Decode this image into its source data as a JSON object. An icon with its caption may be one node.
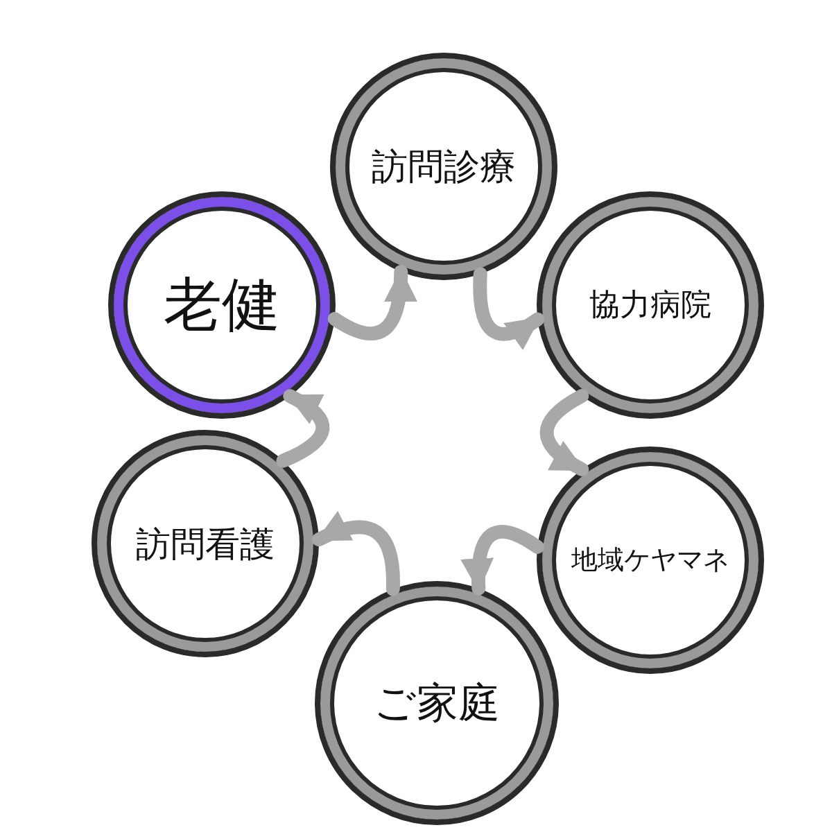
{
  "diagram": {
    "nodes": [
      {
        "text": [
          "訪問診療"
        ]
      },
      {
        "text": [
          "協力病院"
        ]
      },
      {
        "text": [
          "地域ケヤマネ"
        ]
      },
      {
        "text": [
          "ご家庭"
        ]
      },
      {
        "text": [
          "訪問看護"
        ]
      },
      {
        "text": [
          "老健"
        ]
      }
    ],
    "edges": [
      {
        "from": 5,
        "to": 0,
        "arrow": "to"
      },
      {
        "from": 0,
        "to": 1,
        "arrow": "to"
      },
      {
        "from": 1,
        "to": 2,
        "arrow": "to"
      },
      {
        "from": 2,
        "to": 3,
        "arrow": "to"
      },
      {
        "from": 3,
        "to": 4,
        "arrow": "to"
      },
      {
        "from": 4,
        "to": 5,
        "arrow": "to"
      }
    ]
  }
}
